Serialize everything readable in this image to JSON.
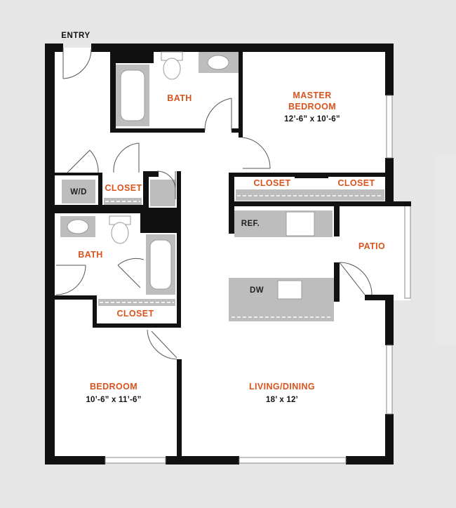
{
  "labels": {
    "entry": "ENTRY",
    "bath_master": "BATH",
    "master_bedroom_line1": "MASTER",
    "master_bedroom_line2": "BEDROOM",
    "master_bedroom_dims": "12’-6” x 10’-6”",
    "wd": "W/D",
    "closet_hall": "CLOSET",
    "closet_master_left": "CLOSET",
    "closet_master_right": "CLOSET",
    "ref": "REF.",
    "patio": "PATIO",
    "bath_second": "BATH",
    "dw": "DW",
    "closet_bedroom": "CLOSET",
    "bedroom": "BEDROOM",
    "bedroom_dims": "10’-6” x 11’-6”",
    "living_dining": "LIVING/DINING",
    "living_dining_dims": "18’ x 12’"
  },
  "colors": {
    "background": "#e6e6e6",
    "floor": "#ffffff",
    "wall": "#111111",
    "fixture": "#bdbdbd",
    "room_label": "#d9531e"
  }
}
